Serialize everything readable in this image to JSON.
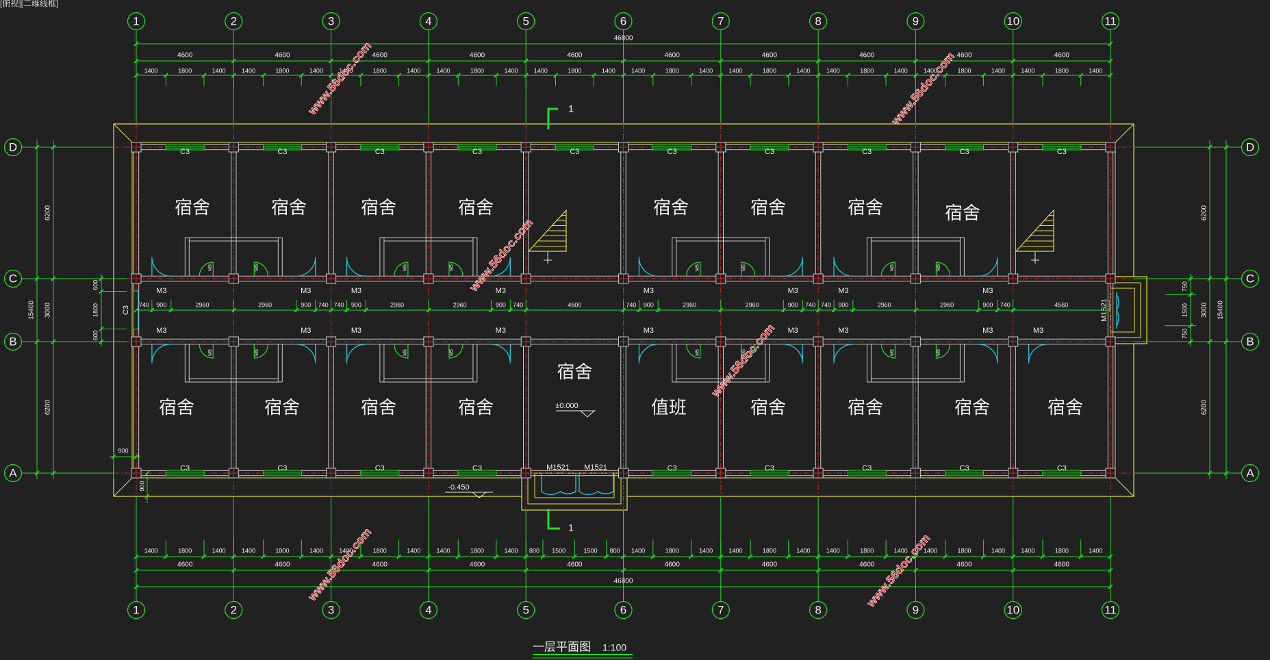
{
  "window_title": "[俯视][二维线框]",
  "axes_x": [
    "1",
    "2",
    "3",
    "4",
    "5",
    "6",
    "7",
    "8",
    "9",
    "10",
    "11"
  ],
  "axes_y": [
    "D",
    "C",
    "B",
    "A"
  ],
  "dims": {
    "top_total": "46800",
    "top_bays": [
      "4600",
      "4600",
      "4600",
      "4600",
      "4600",
      "4600",
      "4600",
      "4600",
      "4600",
      "4600"
    ],
    "top_sub": [
      "1400",
      "1800",
      "1400",
      "1400",
      "1800",
      "1400",
      "1400",
      "1800",
      "1400",
      "1400",
      "1800",
      "1400",
      "1400",
      "1800",
      "1400",
      "1400",
      "1800",
      "1400",
      "1400",
      "1800",
      "1400",
      "1400",
      "1800",
      "1400",
      "1400",
      "1800",
      "1400",
      "1400",
      "1800",
      "1400"
    ],
    "bottom_sub": [
      "1400",
      "1800",
      "1400",
      "1400",
      "1800",
      "1400",
      "1400",
      "1800",
      "1400",
      "1400",
      "1800",
      "1400",
      "800",
      "1500",
      "1500",
      "800",
      "1400",
      "1800",
      "1400",
      "1400",
      "1800",
      "1400",
      "1400",
      "1800",
      "1400",
      "1400",
      "1800",
      "1400",
      "1400",
      "1800",
      "1400"
    ],
    "bottom_bays": [
      "4600",
      "4600",
      "4600",
      "4600",
      "4600",
      "4600",
      "4600",
      "4600",
      "4600",
      "4600"
    ],
    "bottom_total": "46800",
    "corridor_chain": [
      "740",
      "900",
      "2960",
      "2960",
      "900",
      "740",
      "740",
      "900",
      "2960",
      "2960",
      "900",
      "740",
      "4600",
      "740",
      "900",
      "2960",
      "2960",
      "900",
      "740",
      "740",
      "900",
      "2960",
      "2960",
      "900",
      "740",
      "4560"
    ],
    "left_total": "15400",
    "left_parts": [
      "6200",
      "3000",
      "6200"
    ],
    "left_corridor": [
      "600",
      "1800",
      "600"
    ],
    "left_offset_h": "900",
    "left_offset_v": "900",
    "right_total": "15400",
    "right_parts": [
      "6200",
      "3000",
      "6200"
    ],
    "right_entry": [
      "750",
      "1500",
      "750"
    ]
  },
  "rooms_top": [
    "宿舍",
    "宿舍",
    "宿舍",
    "宿舍",
    "宿舍",
    "宿舍",
    "宿舍",
    "宿舍"
  ],
  "rooms_bottom": [
    "宿舍",
    "宿舍",
    "宿舍",
    "宿舍",
    "值班",
    "宿舍",
    "宿舍",
    "宿舍",
    "宿舍",
    "宿舍"
  ],
  "windows_top": [
    "C3",
    "C3",
    "C3",
    "C3",
    "C3",
    "C3",
    "C3",
    "C3",
    "C3",
    "C3"
  ],
  "windows_bottom": [
    "C3",
    "C3",
    "C3",
    "C3",
    "C3",
    "C3",
    "C3",
    "C3",
    "C3"
  ],
  "window_left": "C3",
  "doors_top": [
    "M3",
    "M3",
    "M3",
    "M3",
    "M3",
    "M3",
    "M3",
    "M3"
  ],
  "doors_bottom": [
    "M3",
    "M3",
    "M3",
    "M3",
    "M3",
    "M3",
    "M3",
    "M3",
    "M3"
  ],
  "bath_door": "M5",
  "entrance_doors": [
    "M1521",
    "M1521"
  ],
  "right_entrance_door": "M1521",
  "elevation_floor": "±0.000",
  "elevation_outside": "-0.450",
  "section_mark": "1",
  "watermark": "www.56doc.com",
  "drawing_title": "一层平面图",
  "drawing_scale": "1:100"
}
